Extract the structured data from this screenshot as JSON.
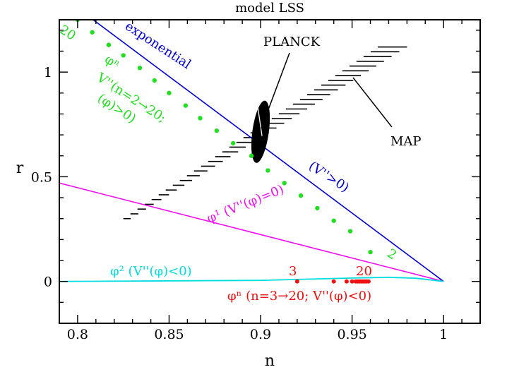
{
  "chart_data": {
    "type": "scatter",
    "title": "model LSS",
    "xlabel": "n",
    "ylabel": "r",
    "xlim": [
      0.79,
      1.02
    ],
    "ylim": [
      -0.2,
      1.25
    ],
    "x_ticks": [
      "0.8",
      "0.85",
      "0.9",
      "0.95",
      "1"
    ],
    "y_ticks": [
      "0",
      "0.5",
      "1"
    ],
    "grid": false,
    "colors": {
      "exponential": "#0000cc",
      "phi_n_positive": "#22dd22",
      "phi_1": "#ee11ee",
      "phi_2": "#00dddd",
      "phi_n_negative": "#ee1111",
      "constraints": "#000000"
    },
    "annotations": {
      "exponential": "exponential",
      "exponential_condition": "(V''>0)",
      "phi_n_pos_line1": "φⁿ",
      "phi_n_pos_line2": "V''(n=2→20;",
      "phi_n_pos_line3": "(φ)>0)",
      "phi_n_pos_start": "20",
      "phi_n_pos_end": "2",
      "phi_1": "φ¹ (V''(φ)=0)",
      "phi_2": "φ² (V''(φ)<0)",
      "phi_n_neg": "φⁿ (n=3→20; V''(φ)<0)",
      "phi_n_neg_start": "3",
      "phi_n_neg_end": "20",
      "planck": "PLANCK",
      "map": "MAP"
    },
    "series": [
      {
        "name": "exponential",
        "kind": "line",
        "points": [
          [
            0.8085,
            1.25
          ],
          [
            1.0,
            0.0
          ]
        ]
      },
      {
        "name": "φ¹",
        "kind": "line",
        "points": [
          [
            0.79,
            0.47
          ],
          [
            1.0,
            0.0
          ]
        ]
      },
      {
        "name": "φ²",
        "kind": "line",
        "points": [
          [
            0.79,
            0.0
          ],
          [
            0.9,
            0.005
          ],
          [
            0.95,
            0.016
          ],
          [
            0.97,
            0.02
          ],
          [
            0.985,
            0.015
          ],
          [
            1.0,
            0.0
          ]
        ]
      },
      {
        "name": "φⁿ (n=2→20; V''(φ)>0)",
        "kind": "points",
        "points": [
          [
            0.8,
            1.25
          ],
          [
            0.808,
            1.19
          ],
          [
            0.817,
            1.13
          ],
          [
            0.825,
            1.08
          ],
          [
            0.834,
            1.02
          ],
          [
            0.842,
            0.96
          ],
          [
            0.85,
            0.9
          ],
          [
            0.859,
            0.84
          ],
          [
            0.867,
            0.78
          ],
          [
            0.876,
            0.72
          ],
          [
            0.885,
            0.66
          ],
          [
            0.895,
            0.6
          ],
          [
            0.904,
            0.53
          ],
          [
            0.913,
            0.47
          ],
          [
            0.922,
            0.41
          ],
          [
            0.931,
            0.35
          ],
          [
            0.94,
            0.29
          ],
          [
            0.949,
            0.24
          ],
          [
            0.96,
            0.14
          ]
        ]
      },
      {
        "name": "φⁿ (n=3→20; V''(φ)<0)",
        "kind": "points",
        "points": [
          [
            0.92,
            0.0
          ],
          [
            0.94,
            0.0
          ],
          [
            0.947,
            0.0
          ],
          [
            0.95,
            0.0
          ],
          [
            0.952,
            0.0
          ],
          [
            0.953,
            0.0
          ],
          [
            0.954,
            0.0
          ],
          [
            0.955,
            0.0
          ],
          [
            0.956,
            0.0
          ],
          [
            0.957,
            0.0
          ],
          [
            0.958,
            0.0
          ],
          [
            0.959,
            0.0
          ]
        ]
      },
      {
        "name": "MAP",
        "kind": "hatched-region",
        "polygon": [
          [
            0.825,
            0.3
          ],
          [
            0.829,
            0.3
          ],
          [
            0.98,
            1.12
          ],
          [
            0.964,
            1.12
          ]
        ]
      },
      {
        "name": "PLANCK",
        "kind": "ellipse",
        "center": [
          0.9,
          0.715
        ],
        "rx": 0.0045,
        "ry": 0.15,
        "tilt_deg": 8
      }
    ]
  }
}
